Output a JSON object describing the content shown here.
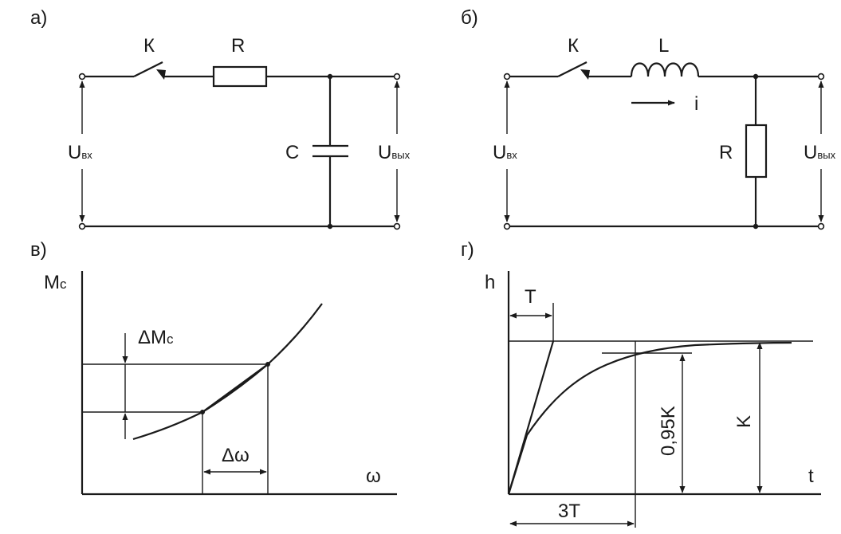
{
  "panels": {
    "a": {
      "tag": "а)",
      "switch": "К",
      "resistor": "R",
      "capacitor": "C",
      "u_in": "U",
      "u_in_sub": "вх",
      "u_out": "U",
      "u_out_sub": "вых"
    },
    "b": {
      "tag": "б)",
      "switch": "К",
      "inductor": "L",
      "current": "i",
      "resistor": "R",
      "u_in": "U",
      "u_in_sub": "вх",
      "u_out": "U",
      "u_out_sub": "вых"
    },
    "v": {
      "tag": "в)",
      "y_axis": "М",
      "y_axis_sub": "с",
      "delta_m": "ΔМ",
      "delta_m_sub": "с",
      "delta_w": "Δω",
      "x_axis": "ω"
    },
    "g": {
      "tag": "г)",
      "y_axis": "h",
      "x_axis": "t",
      "time_const": "T",
      "three_t": "3T",
      "k_095": "0,95K",
      "k": "K"
    }
  },
  "colors": {
    "ink": "#1a1a1a",
    "background": "#ffffff"
  }
}
